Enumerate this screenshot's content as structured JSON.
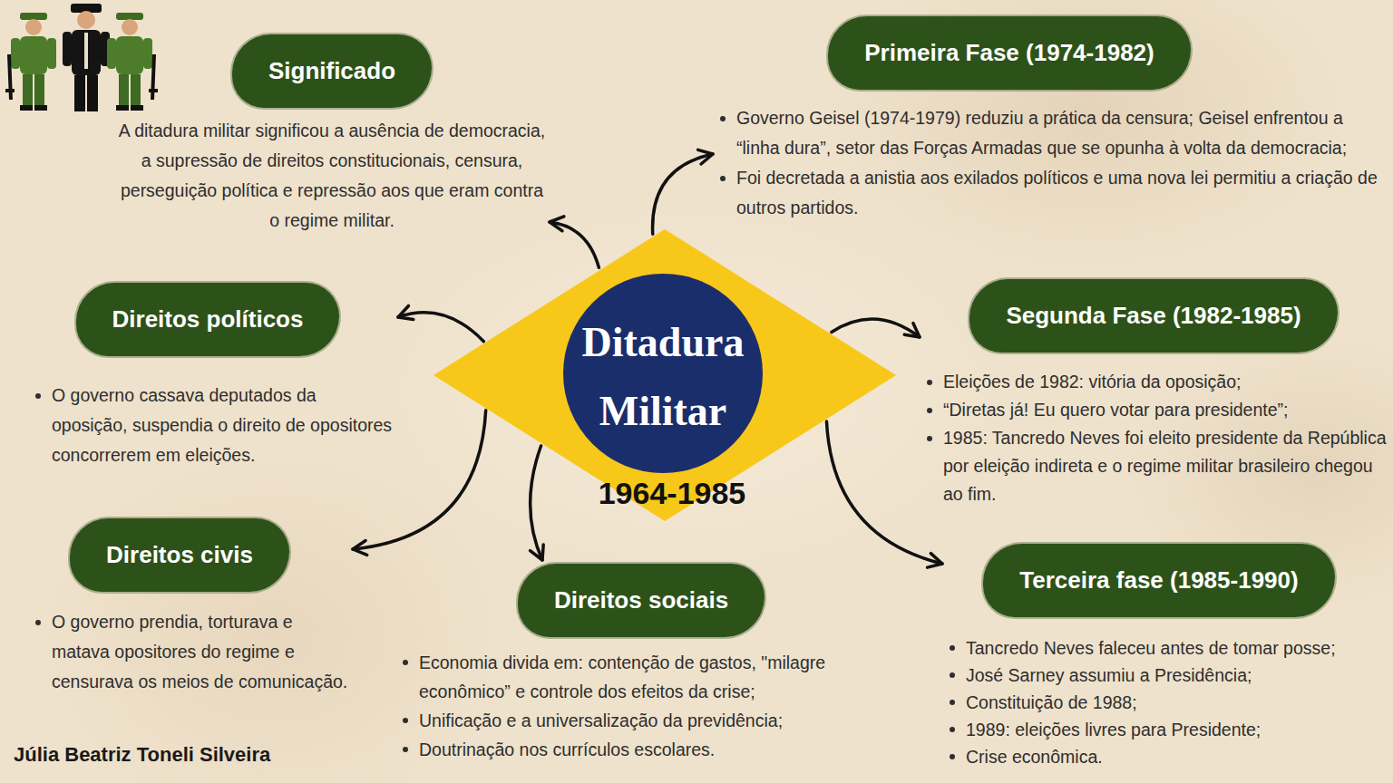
{
  "diagram": {
    "nodes": [
      {
        "text": [
          "Ditadura Militar",
          "1964-1985"
        ]
      },
      {
        "text": [
          "Significado",
          "A ditadura militar significou a ausência de democracia, a supressão de direitos constitucionais, censura, perseguição política e repressão aos que eram contra o regime militar."
        ]
      },
      {
        "text": [
          "Primeira Fase (1974-1982)",
          "Governo Geisel (1974-1979) reduziu a prática da censura; Geisel enfrentou a “linha dura”, setor das Forças Armadas que se opunha à volta da democracia;",
          "Foi decretada a anistia aos exilados políticos e uma nova lei permitiu a criação de outros partidos."
        ]
      },
      {
        "text": [
          "Direitos políticos",
          "O governo cassava deputados da oposição, suspendia o direito de opositores concorrerem em eleições."
        ]
      },
      {
        "text": [
          "Segunda Fase (1982-1985)",
          "Eleições de 1982: vitória da oposição;",
          "“Diretas já! Eu quero votar para presidente”;",
          "1985: Tancredo Neves foi eleito presidente da República por eleição indireta e o regime militar brasileiro chegou ao fim."
        ]
      },
      {
        "text": [
          "Direitos civis",
          "O governo prendia, torturava e matava opositores do regime e censurava os meios de comunicação."
        ]
      },
      {
        "text": [
          "Direitos sociais",
          "Economia divida em: contenção de gastos, \"milagre econômico” e controle dos efeitos da crise;",
          "Unificação e a universalização da previdência;",
          "Doutrinação nos currículos escolares."
        ]
      },
      {
        "text": [
          "Terceira fase (1985-1990)",
          "Tancredo Neves faleceu antes de tomar posse;",
          "José Sarney assumiu a Presidência;",
          "Constituição de 1988;",
          "1989: eleições livres para Presidente;",
          "Crise econômica."
        ]
      }
    ],
    "edges": [
      {
        "from": 0,
        "to": 1,
        "arrow": "to"
      },
      {
        "from": 0,
        "to": 2,
        "arrow": "to"
      },
      {
        "from": 0,
        "to": 3,
        "arrow": "to"
      },
      {
        "from": 0,
        "to": 4,
        "arrow": "to"
      },
      {
        "from": 0,
        "to": 5,
        "arrow": "to"
      },
      {
        "from": 0,
        "to": 6,
        "arrow": "to"
      },
      {
        "from": 0,
        "to": 7,
        "arrow": "to"
      }
    ],
    "labels": [
      "Júlia Beatriz Toneli Silveira"
    ]
  }
}
